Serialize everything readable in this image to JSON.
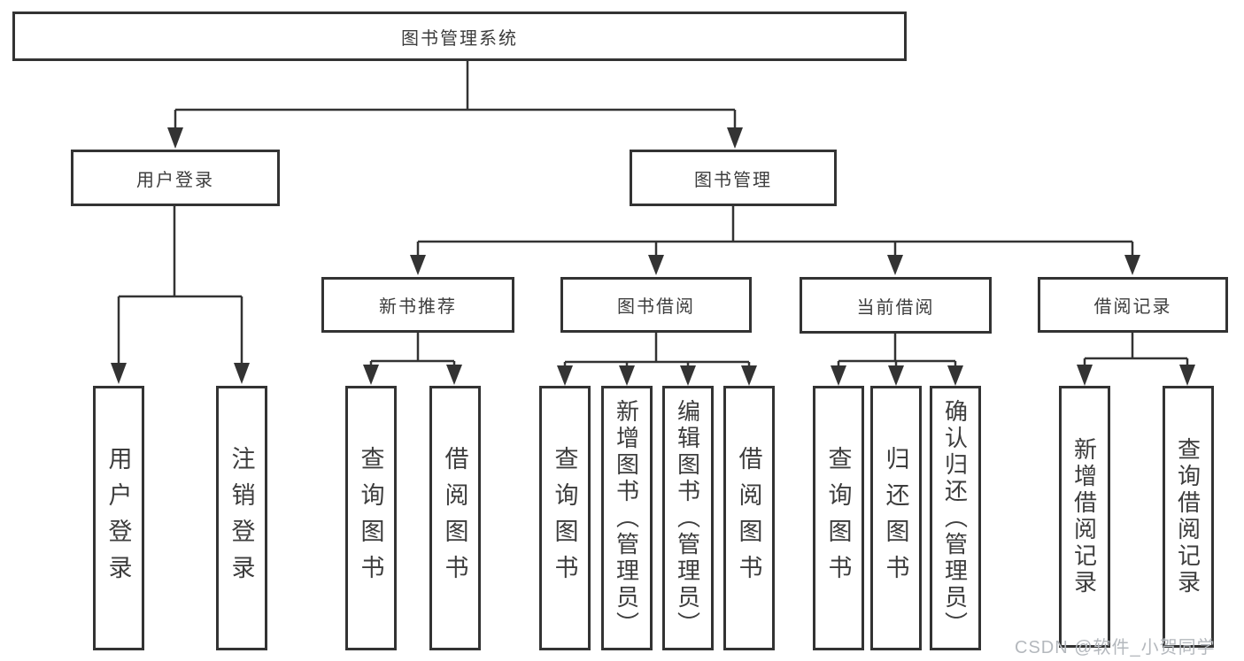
{
  "diagram": {
    "root": {
      "label": "图书管理系统"
    },
    "branches": [
      {
        "label": "用户登录",
        "children": [
          {
            "label": "用户登录"
          },
          {
            "label": "注销登录"
          }
        ]
      },
      {
        "label": "图书管理",
        "children": [
          {
            "label": "新书推荐",
            "children": [
              {
                "label": "查询图书"
              },
              {
                "label": "借阅图书"
              }
            ]
          },
          {
            "label": "图书借阅",
            "children": [
              {
                "label": "查询图书"
              },
              {
                "label": "新增图书（管理员）"
              },
              {
                "label": "编辑图书（管理员）"
              },
              {
                "label": "借阅图书"
              }
            ]
          },
          {
            "label": "当前借阅",
            "children": [
              {
                "label": "查询图书"
              },
              {
                "label": "归还图书"
              },
              {
                "label": "确认归还（管理员）"
              }
            ]
          },
          {
            "label": "借阅记录",
            "children": [
              {
                "label": "新增借阅记录"
              },
              {
                "label": "查询借阅记录"
              }
            ]
          }
        ]
      }
    ]
  },
  "watermark": {
    "text": "CSDN @软件_小贺同学"
  },
  "colors": {
    "line": "#333333",
    "text": "#3d3d3d",
    "box_border": "#333333",
    "background": "#ffffff",
    "watermark": "#b4b8bd"
  }
}
